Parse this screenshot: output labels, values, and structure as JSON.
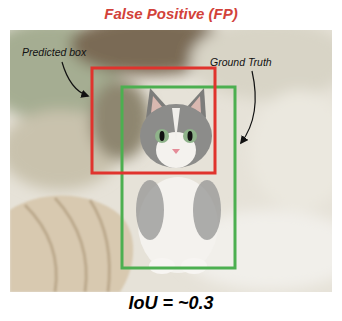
{
  "diagram": {
    "title": "False Positive (FP)",
    "caption": "IoU = ~0.3",
    "labels": [
      "Predicted box",
      "Ground Truth"
    ]
  }
}
